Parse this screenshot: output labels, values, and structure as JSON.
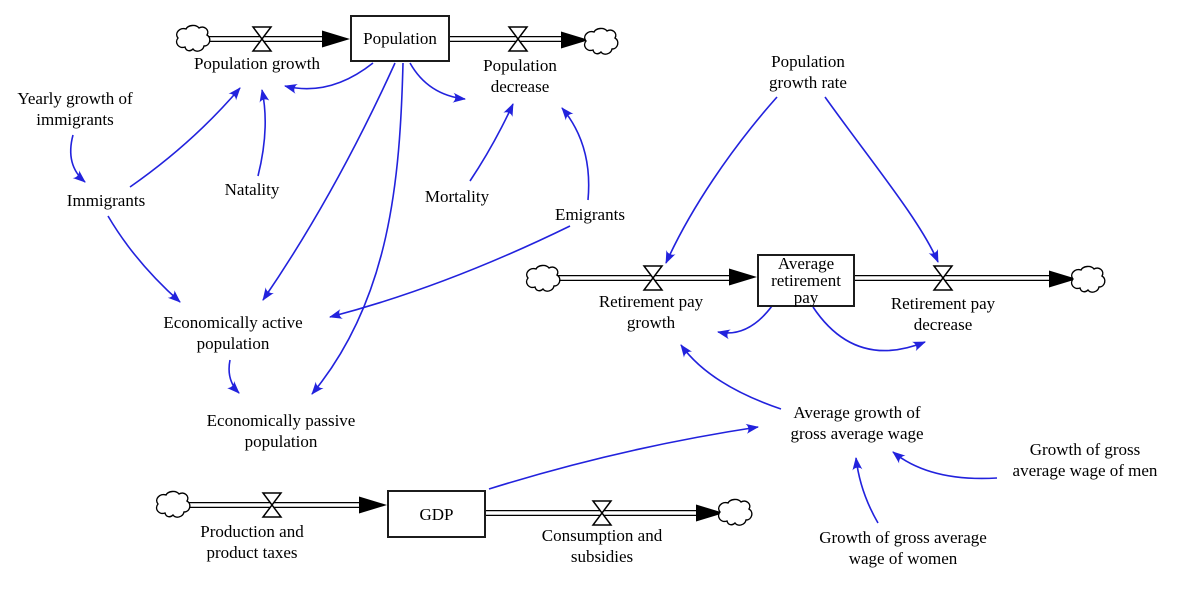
{
  "title": "Population, retirement pay and GDP stock-flow diagram",
  "colors": {
    "connector": "#2222dd",
    "flow": "#000000",
    "text": "#000000"
  },
  "stocks": {
    "population": "Population",
    "avg_retirement_pay": "Average retirement pay",
    "gdp": "GDP"
  },
  "flows": {
    "population_growth": "Population growth",
    "population_decrease": "Population decrease",
    "retirement_pay_growth": "Retirement pay growth",
    "retirement_pay_decrease": "Retirement pay decrease",
    "production_and_product_taxes": "Production and product taxes",
    "consumption_and_subsidies": "Consumption and subsidies"
  },
  "variables": {
    "yearly_growth_of_immigrants": "Yearly growth of immigrants",
    "immigrants": "Immigrants",
    "natality": "Natality",
    "mortality": "Mortality",
    "emigrants": "Emigrants",
    "economically_active_population": "Economically active population",
    "economically_passive_population": "Economically passive population",
    "population_growth_rate": "Population growth rate",
    "average_growth_of_gross_average_wage": "Average growth of gross average wage",
    "growth_of_gross_average_wage_of_men": "Growth of gross average wage of men",
    "growth_of_gross_average_wage_of_women": "Growth of gross average wage of women"
  }
}
